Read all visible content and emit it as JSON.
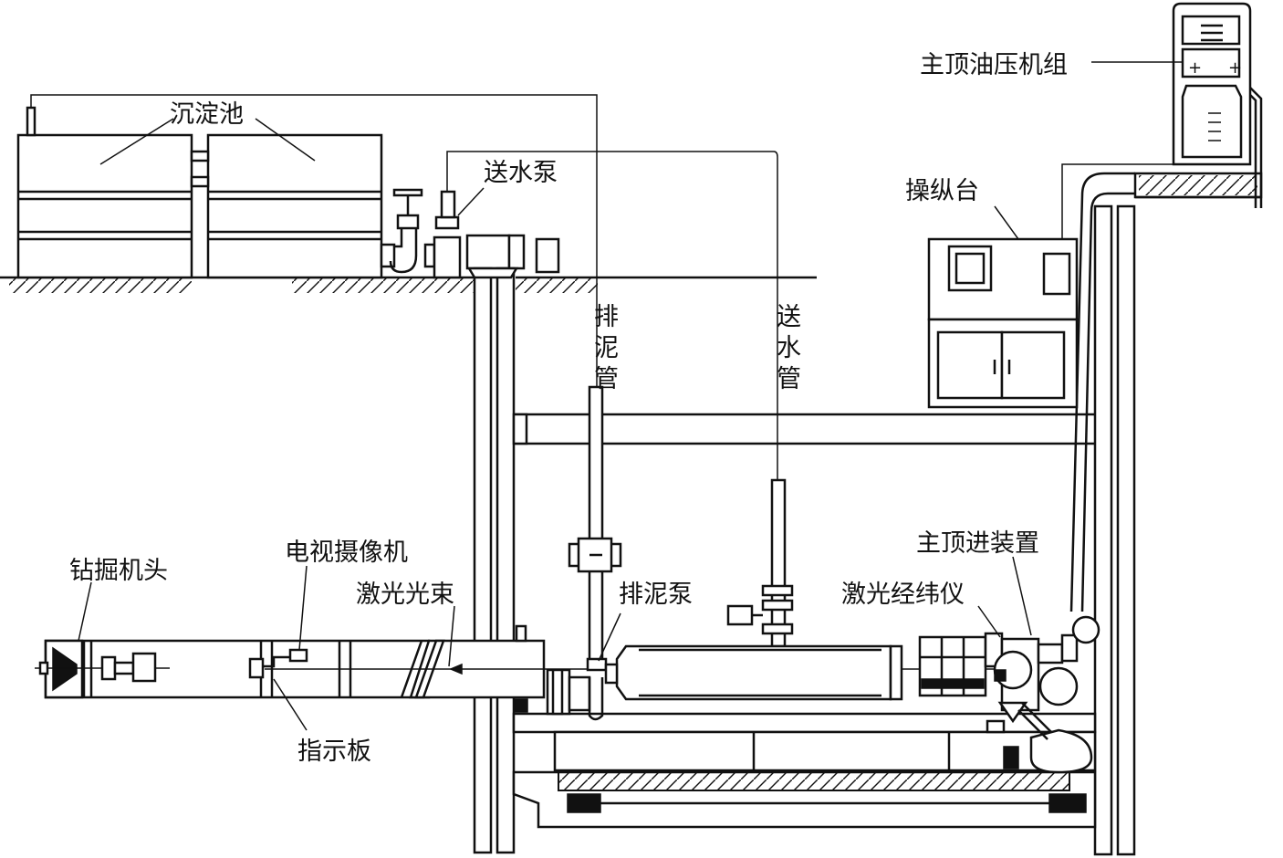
{
  "labels": {
    "sedimentation_tank": "沉淀池",
    "water_pump": "送水泵",
    "main_jack_hydraulic_unit": "主顶油压机组",
    "control_console": "操纵台",
    "mud_pipe": "排泥管",
    "water_pipe": "送水管",
    "drill_head": "钻掘机头",
    "tv_camera": "电视摄像机",
    "laser_beam": "激光光束",
    "mud_pump": "排泥泵",
    "laser_theodolite": "激光经纬仪",
    "main_jacking_device": "主顶进装置",
    "indicator_board": "指示板"
  },
  "colors": {
    "line": "#111111",
    "background": "#ffffff"
  }
}
